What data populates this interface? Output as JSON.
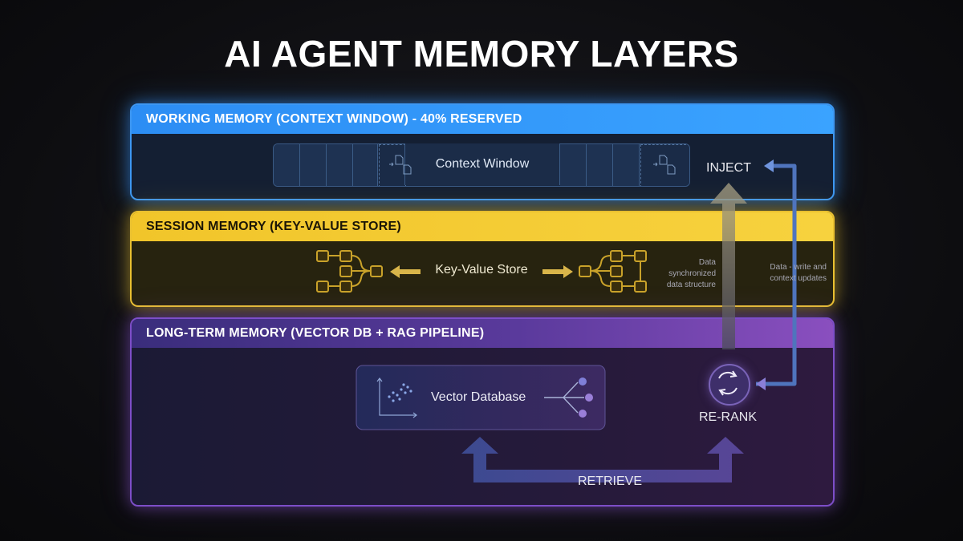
{
  "title": "AI AGENT MEMORY LAYERS",
  "layers": {
    "working": {
      "header": "WORKING MEMORY (CONTEXT WINDOW) - 40% RESERVED",
      "component": "Context Window"
    },
    "session": {
      "header": "SESSION MEMORY (KEY-VALUE STORE)",
      "component": "Key-Value Store",
      "note": "Data synchronized data structure"
    },
    "longterm": {
      "header": "LONG-TERM MEMORY (VECTOR DB + RAG PIPELINE)",
      "component": "Vector Database"
    }
  },
  "flows": {
    "inject": "INJECT",
    "rerank": "RE-RANK",
    "retrieve": "RETRIEVE",
    "write_note": "Data - write and context updates"
  },
  "colors": {
    "working": "#3d97f2",
    "session": "#e9c030",
    "longterm": "#7d4ec8"
  },
  "icons": [
    "document-icon",
    "node-tree-icon",
    "scatter-plot-icon",
    "fan-out-icon",
    "cycle-icon"
  ]
}
